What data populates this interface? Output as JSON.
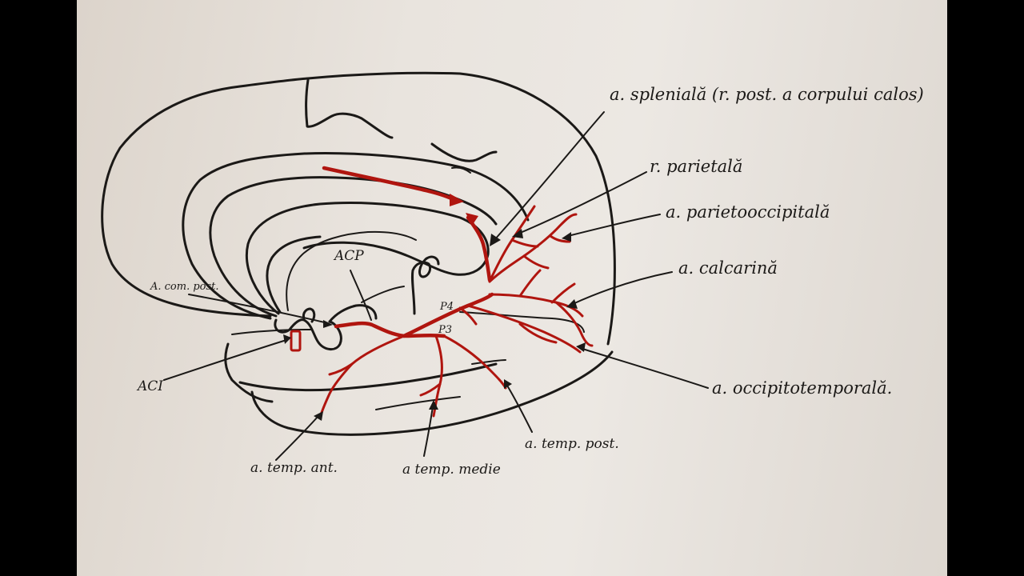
{
  "colors": {
    "background": "#000000",
    "whiteboard": "#e9e4de",
    "ink": "#1b1917",
    "artery": "#b0150f"
  },
  "labels": {
    "splenial": "a. splenială (r. post. a corpului calos)",
    "parietal": "r. parietală",
    "parieto_occipital": "a. parietooccipitală",
    "calcarine": "a. calcarină",
    "occipitotemporal": "a. occipitotemporală.",
    "temp_post": "a. temp. post.",
    "temp_medie": "a temp. medie",
    "temp_ant": "a. temp. ant.",
    "aci": "ACI",
    "acp": "ACP",
    "a_com_post": "A. com. post.",
    "p4": "P4",
    "p3": "P3"
  }
}
